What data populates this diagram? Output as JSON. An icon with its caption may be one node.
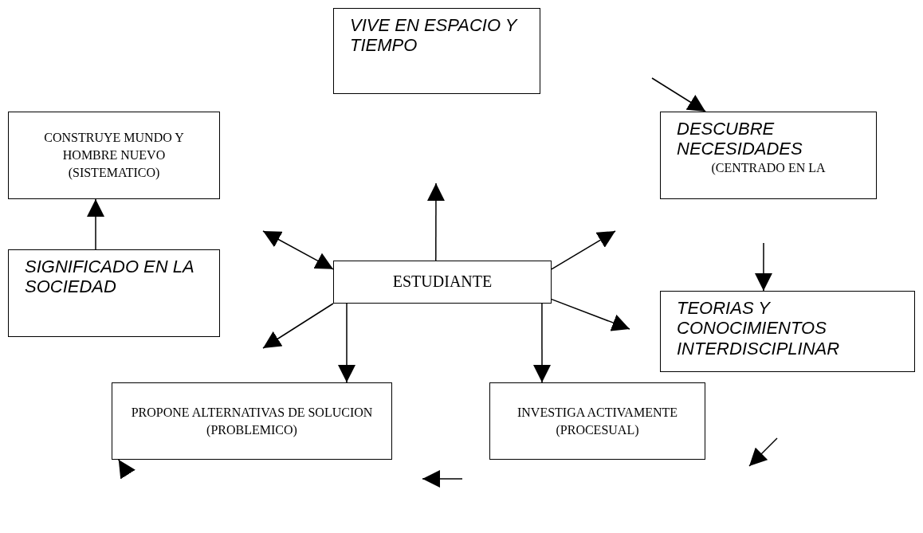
{
  "diagram": {
    "nodes": [
      {
        "text": [
          "VIVE EN ESPACIO Y TIEMPO"
        ]
      },
      {
        "text": [
          "CONSTRUYE MUNDO Y HOMBRE NUEVO (SISTEMATICO)"
        ]
      },
      {
        "text": [
          "DESCUBRE NECESIDADES",
          "(CENTRADO EN LA"
        ]
      },
      {
        "text": [
          "SIGNIFICADO EN LA SOCIEDAD"
        ]
      },
      {
        "text": [
          "ESTUDIANTE"
        ]
      },
      {
        "text": [
          "TEORIAS Y CONOCIMIENTOS INTERDISCIPLINAR"
        ]
      },
      {
        "text": [
          "PROPONE ALTERNATIVAS DE SOLUCION (PROBLEMICO)"
        ]
      },
      {
        "text": [
          "INVESTIGA ACTIVAMENTE (PROCESUAL)"
        ]
      }
    ],
    "edges": [
      {
        "from": 4,
        "to": null,
        "arrow": "to"
      },
      {
        "from": null,
        "to": 4,
        "arrow": "both"
      },
      {
        "from": 4,
        "to": null,
        "arrow": "to"
      },
      {
        "from": 4,
        "to": 6,
        "arrow": "to"
      },
      {
        "from": 4,
        "to": 7,
        "arrow": "to"
      },
      {
        "from": 4,
        "to": null,
        "arrow": "to"
      },
      {
        "from": 4,
        "to": null,
        "arrow": "to"
      },
      {
        "from": null,
        "to": 5,
        "arrow": "to"
      },
      {
        "from": 3,
        "to": 1,
        "arrow": "to"
      },
      {
        "from": null,
        "to": 6,
        "arrow": "to"
      },
      {
        "from": null,
        "to": 2,
        "arrow": "to"
      }
    ]
  }
}
